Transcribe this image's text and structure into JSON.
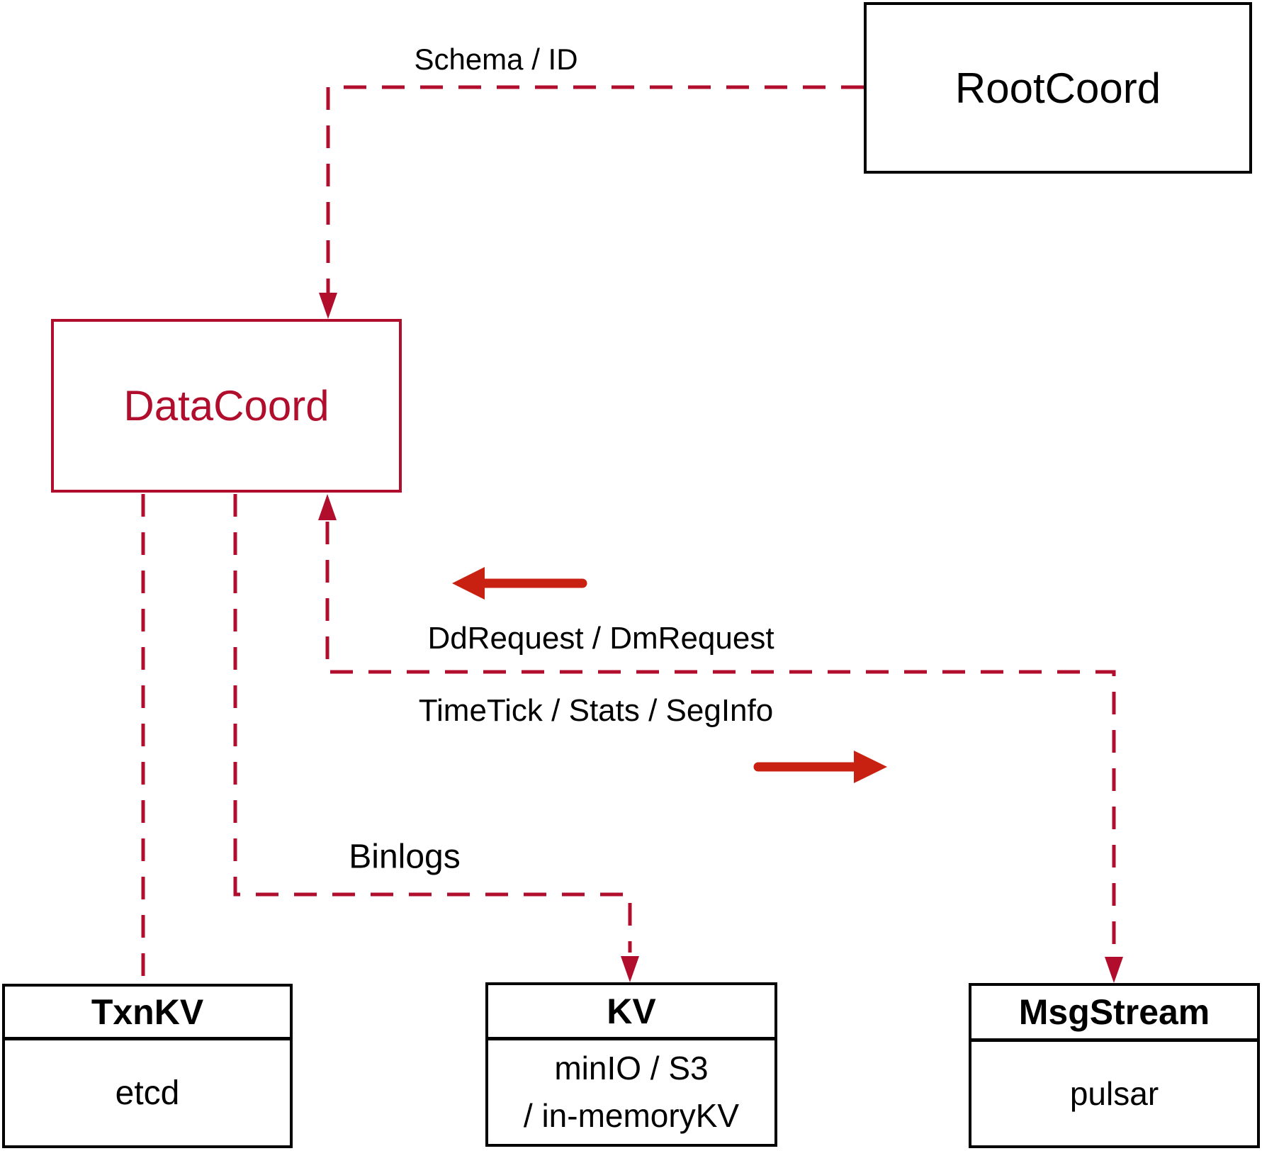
{
  "diagram": {
    "colors": {
      "dashed": "#b10d2c",
      "solid_arrow": "#c92111",
      "box_border": "#000000",
      "text": "#000000",
      "background": "#ffffff"
    },
    "nodes": {
      "rootcoord": {
        "label": "RootCoord"
      },
      "datacoord": {
        "label": "DataCoord"
      },
      "txnkv": {
        "title": "TxnKV",
        "body": "etcd"
      },
      "kv": {
        "title": "KV",
        "body_line1": "minIO / S3",
        "body_line2": "/ in-memoryKV"
      },
      "msgstream": {
        "title": "MsgStream",
        "body": "pulsar"
      }
    },
    "edge_labels": {
      "schema": "Schema / ID",
      "ddrequest": "DdRequest / DmRequest",
      "timetick": "TimeTick / Stats / SegInfo",
      "binlogs": "Binlogs"
    }
  }
}
